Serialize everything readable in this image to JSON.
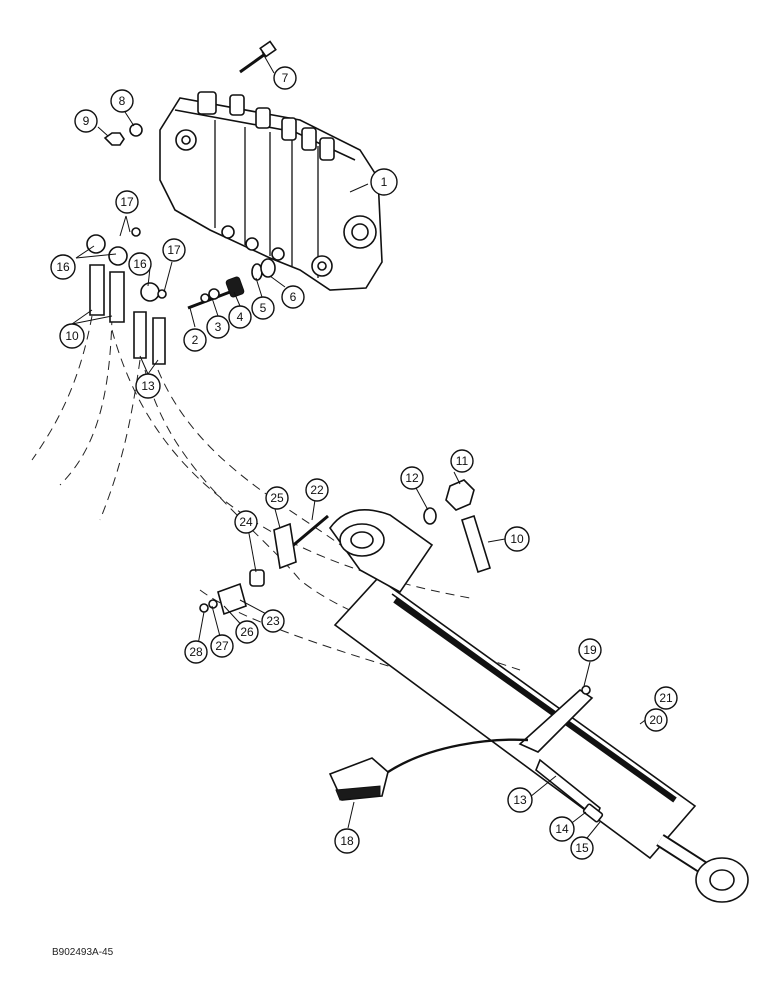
{
  "figure_code": "B902493A-45",
  "callouts": [
    {
      "label": "1"
    },
    {
      "label": "2"
    },
    {
      "label": "3"
    },
    {
      "label": "4"
    },
    {
      "label": "5"
    },
    {
      "label": "6"
    },
    {
      "label": "7"
    },
    {
      "label": "8"
    },
    {
      "label": "9"
    },
    {
      "label": "10"
    },
    {
      "label": "10"
    },
    {
      "label": "11"
    },
    {
      "label": "12"
    },
    {
      "label": "13"
    },
    {
      "label": "13"
    },
    {
      "label": "14"
    },
    {
      "label": "15"
    },
    {
      "label": "16"
    },
    {
      "label": "16"
    },
    {
      "label": "17"
    },
    {
      "label": "17"
    },
    {
      "label": "18"
    },
    {
      "label": "19"
    },
    {
      "label": "20"
    },
    {
      "label": "21"
    },
    {
      "label": "22"
    },
    {
      "label": "23"
    },
    {
      "label": "24"
    },
    {
      "label": "25"
    },
    {
      "label": "26"
    },
    {
      "label": "27"
    },
    {
      "label": "28"
    }
  ]
}
